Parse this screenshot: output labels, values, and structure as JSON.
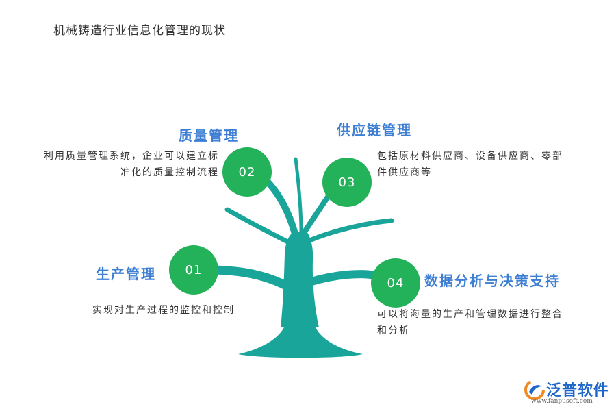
{
  "title": "机械铸造行业信息化管理的现状",
  "colors": {
    "badge": "#23b15a",
    "tree": "#1aa59b",
    "heading": "#3e7fd4",
    "logo_orange": "#f08a24",
    "logo_blue": "#1e66c8"
  },
  "items": [
    {
      "number": "01",
      "heading": "生产管理",
      "description": "实现对生产过程的监控和控制"
    },
    {
      "number": "02",
      "heading": "质量管理",
      "description_lines": [
        "利用质量管理系统，企业可以建立标",
        "准化的质量控制流程"
      ]
    },
    {
      "number": "03",
      "heading": "供应链管理",
      "description_lines": [
        "包括原材料供应商、设备供应商、零部",
        "件供应商等"
      ]
    },
    {
      "number": "04",
      "heading": "数据分析与决策支持",
      "description_lines": [
        "可以将海量的生产和管理数据进行整合",
        "和分析"
      ]
    }
  ],
  "logo": {
    "name": "泛普软件",
    "url": "www.fanpusoft.com",
    "icon": "fanpu-logo-icon"
  }
}
